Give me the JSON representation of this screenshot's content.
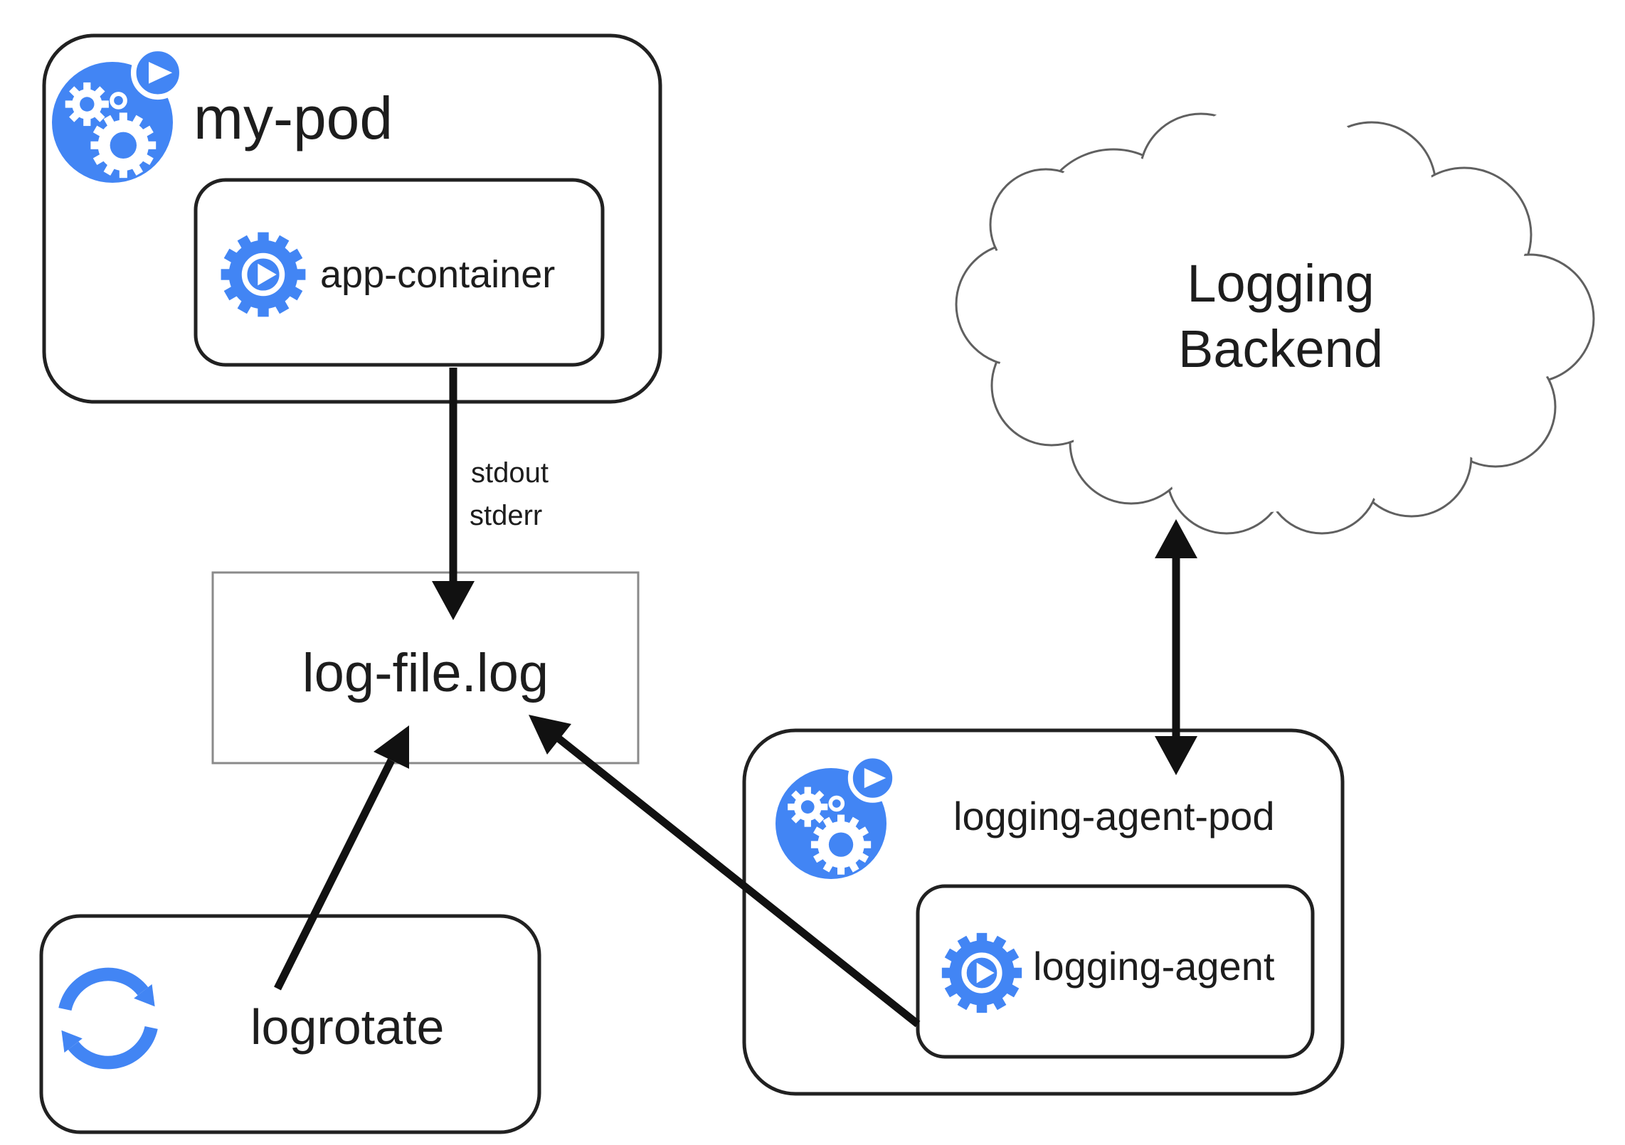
{
  "diagram": {
    "colors": {
      "kubernetes_blue": "#4285F4",
      "arrow": "#111111",
      "box_border": "#212121",
      "logfile_border": "#8A8A8A",
      "cloud_border": "#606060",
      "text": "#1D1D1D"
    },
    "nodes": {
      "my_pod": {
        "label": "my-pod"
      },
      "app_container": {
        "label": "app-container"
      },
      "log_file": {
        "label": "log-file.log"
      },
      "logging_backend": {
        "label_line1": "Logging",
        "label_line2": "Backend"
      },
      "logging_agent_pod": {
        "label": "logging-agent-pod"
      },
      "logging_agent": {
        "label": "logging-agent"
      },
      "logrotate": {
        "label": "logrotate"
      }
    },
    "edge_labels": {
      "stdout": "stdout",
      "stderr": "stderr"
    }
  }
}
